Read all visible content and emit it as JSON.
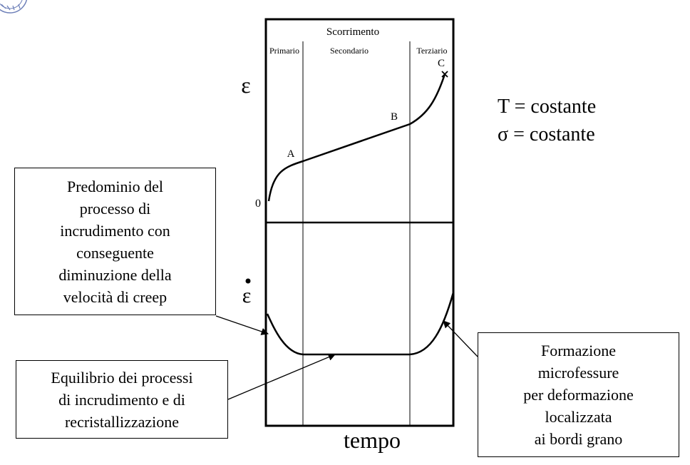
{
  "diagram": {
    "header": "Scorrimento",
    "phases": [
      "Primario",
      "Secondario",
      "Terziario"
    ],
    "points": {
      "a": "A",
      "b": "B",
      "c": "C",
      "origin": "0"
    },
    "y_top_label": "ε",
    "y_bottom_label": "ε",
    "x_label": "tempo",
    "conditions": [
      "T = costante",
      "σ = costante"
    ]
  },
  "callouts": {
    "primary": "Predominio del\nprocesso di\nincrudimento con\nconseguente\ndiminuzione della\nvelocità di creep",
    "secondary": "Equilibrio dei processi\ndi incrudimento e di\nrecristallizzazione",
    "tertiary": "Formazione\nmicrofessure\nper deformazione\nlocalizzata\nai bordi grano"
  }
}
